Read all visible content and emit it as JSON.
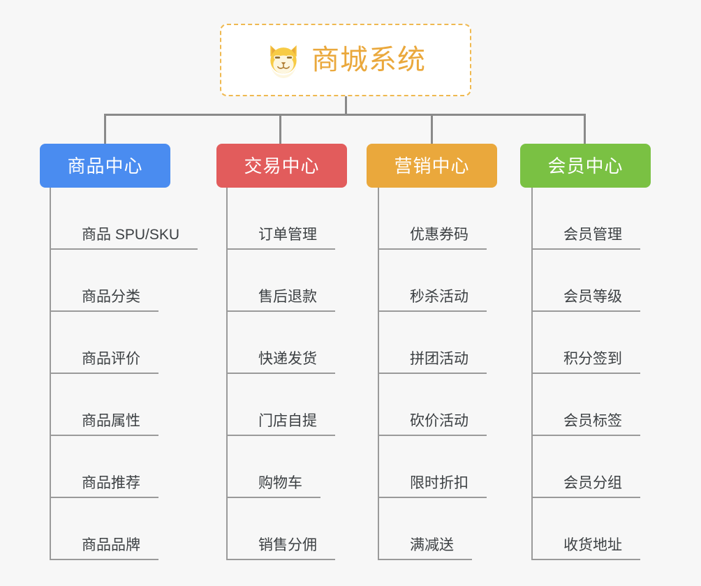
{
  "page": {
    "background_color": "#f7f7f7",
    "type": "mindmap"
  },
  "root": {
    "title": "商城系统",
    "icon": "shiba-dog-face-icon",
    "border_color": "#efb950",
    "text_color": "#eaa83c",
    "background_color": "#ffffff"
  },
  "branches": [
    {
      "label": "商品中心",
      "color": "#4a8cf0",
      "items": [
        "商品 SPU/SKU",
        "商品分类",
        "商品评价",
        "商品属性",
        "商品推荐",
        "商品品牌"
      ]
    },
    {
      "label": "交易中心",
      "color": "#e25c5c",
      "items": [
        "订单管理",
        "售后退款",
        "快递发货",
        "门店自提",
        "购物车",
        "销售分佣"
      ]
    },
    {
      "label": "营销中心",
      "color": "#eaa83c",
      "items": [
        "优惠券码",
        "秒杀活动",
        "拼团活动",
        "砍价活动",
        "限时折扣",
        "满减送"
      ]
    },
    {
      "label": "会员中心",
      "color": "#7ac143",
      "items": [
        "会员管理",
        "会员等级",
        "积分签到",
        "会员标签",
        "会员分组",
        "收货地址"
      ]
    }
  ],
  "layout": {
    "line_color": "#8a8a8a",
    "leaf_line_color": "#9a9a9a",
    "leaf_text_color": "#3c4043",
    "branch_x": [
      57,
      310,
      525,
      745
    ],
    "item_spacing": 89
  }
}
